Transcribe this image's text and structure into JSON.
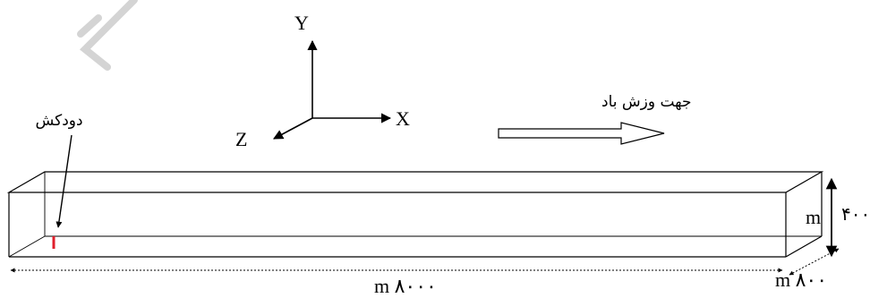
{
  "axes": {
    "y": "Y",
    "x": "X",
    "z": "Z"
  },
  "wind_label": "جهت وزش باد",
  "chimney_label": "دودکش",
  "dimensions": {
    "length": "m ۸۰۰۰",
    "width": "m ۸۰۰",
    "height_unit": "m",
    "height_value": "۴۰۰"
  },
  "colors": {
    "chimney": "#e0202c",
    "line": "#000000",
    "watermark": "#9a9a9a"
  }
}
